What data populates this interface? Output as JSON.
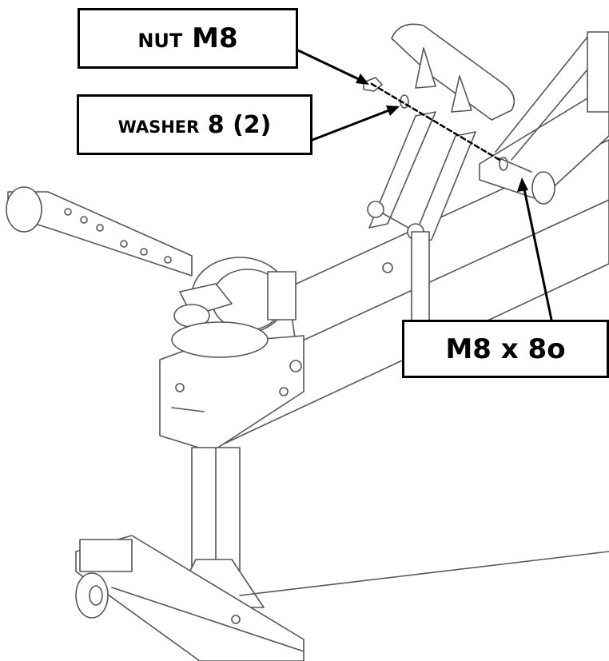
{
  "labels": {
    "nut": {
      "smallcaps": "NUT",
      "rest": "M8"
    },
    "washer": {
      "smallcaps": "WASHER",
      "rest": "8 (2)"
    },
    "bolt": {
      "text": "M8 x 8o"
    }
  },
  "colors": {
    "line": "#000000",
    "drawing": "#555555",
    "background": "#ffffff"
  }
}
